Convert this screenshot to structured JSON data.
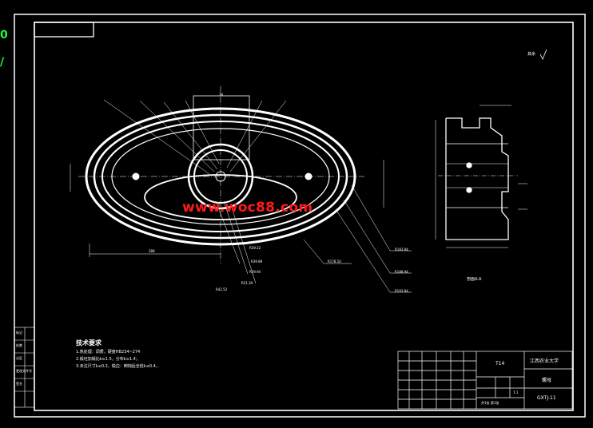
{
  "watermark": "www.woc88.com",
  "corner_glyphs": [
    "0",
    "/"
  ],
  "tech_requirements": {
    "title": "技术要求",
    "items": [
      "1.热处理：调质，硬度HB234~274",
      "2.锻坯加锻比k≥1.5，分布k≥1.4；",
      "3.未注尺寸k≤0.2，锐边：倒钝后全检k≤0.4。"
    ]
  },
  "title_block": {
    "material": "T14",
    "school": "江西农业大学",
    "part_name": "螺母",
    "drawing_no": "GXTJ-11",
    "scale": "1:1",
    "sheet": "共1张 第1张"
  },
  "section_label": "剖面A-A",
  "roughness_mark": "其余",
  "dimension_texts": [
    "R183.94",
    "R188.94",
    "R193.94",
    "R178.50",
    "R39.22",
    "R39.89",
    "R29.94",
    "R21.39",
    "R42.52",
    "288",
    "38"
  ],
  "left_strip_labels": [
    "标记",
    "处数",
    "分区",
    "更改文件号",
    "签名"
  ]
}
